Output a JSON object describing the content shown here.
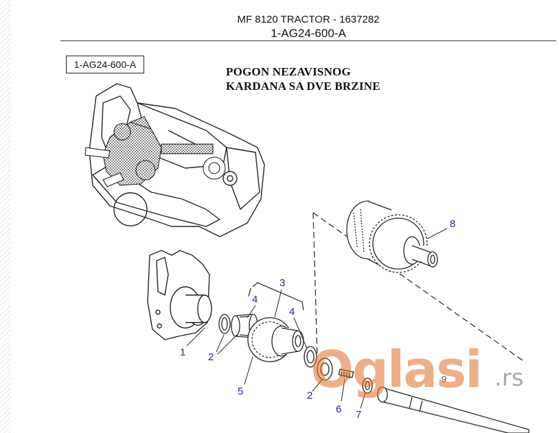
{
  "header": {
    "line1": "MF 8120   TRACTOR - 1637282",
    "line2": "1-AG24-600-A"
  },
  "code_box": "1-AG24-600-A",
  "title": {
    "line1": "POGON NEZAVISNOG",
    "line2": "KARDANA SA DVE BRZINE"
  },
  "callouts": {
    "c1": "1",
    "c2a": "2",
    "c2b": "2",
    "c3": "3",
    "c4a": "4",
    "c4b": "4",
    "c5": "5",
    "c6": "6",
    "c7": "7",
    "c8": "8",
    "c9": "9"
  },
  "watermark": {
    "brand": "Oglasi",
    "suffix": ".rs"
  },
  "colors": {
    "callout": "#1c2a8f",
    "watermark": "#de6e28",
    "line_art": "#222222"
  }
}
